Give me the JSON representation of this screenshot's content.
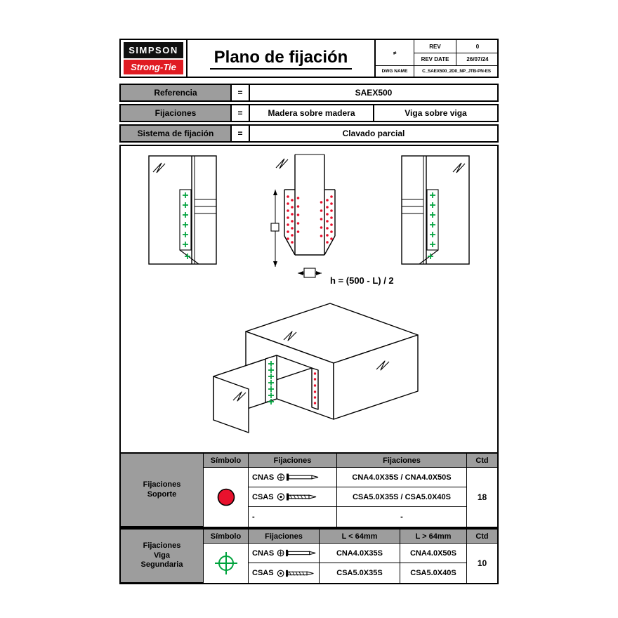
{
  "header": {
    "logo_top": "SIMPSON",
    "logo_bottom": "Strong-Tie",
    "title": "Plano de fijación",
    "not_equal": "≠",
    "rev": {
      "label": "REV",
      "value": "0"
    },
    "rev_date": {
      "label": "REV DATE",
      "value": "26/07/24"
    },
    "dwg": {
      "label": "DWG NAME",
      "value": "C_SAEX500_2D0_NP_JTB-PN-ES"
    }
  },
  "info": {
    "eq": "=",
    "rows": [
      {
        "label": "Referencia",
        "values": [
          "SAEX500"
        ]
      },
      {
        "label": "Fijaciones",
        "values": [
          "Madera sobre madera",
          "Viga sobre viga"
        ]
      },
      {
        "label": "Sistema de fijación",
        "values": [
          "Clavado parcial"
        ]
      }
    ]
  },
  "drawing": {
    "formula": "h = (500 - L) / 2"
  },
  "tables": {
    "support": {
      "label": "Fijaciones Soporte",
      "headers": {
        "symbol": "Símbolo",
        "fix1": "Fijaciones",
        "fix2": "Fijaciones",
        "qty": "Ctd"
      },
      "rows": [
        {
          "name": "CNAS",
          "value": "CNA4.0X35S / CNA4.0X50S"
        },
        {
          "name": "CSAS",
          "value": "CSA5.0X35S / CSA5.0X40S"
        },
        {
          "name": "-",
          "value": "-"
        }
      ],
      "qty": "18"
    },
    "secondary": {
      "label": "Fijaciones Viga Segundaria",
      "headers": {
        "symbol": "Símbolo",
        "fix": "Fijaciones",
        "short": "L < 64mm",
        "long": "L > 64mm",
        "qty": "Ctd"
      },
      "rows": [
        {
          "name": "CNAS",
          "short": "CNA4.0X35S",
          "long": "CNA4.0X50S"
        },
        {
          "name": "CSAS",
          "short": "CSA5.0X35S",
          "long": "CSA5.0X40S"
        }
      ],
      "qty": "10"
    }
  },
  "icons": {
    "support_symbol": "red-filled-circle",
    "secondary_symbol": "green-crosshair-circle",
    "cnas": "nail-side-view",
    "csas": "screw-side-view"
  },
  "colors": {
    "brand_red": "#e01b22",
    "dot_red": "#e8112d",
    "marker_green": "#00a33d",
    "header_gray": "#9d9d9d"
  }
}
